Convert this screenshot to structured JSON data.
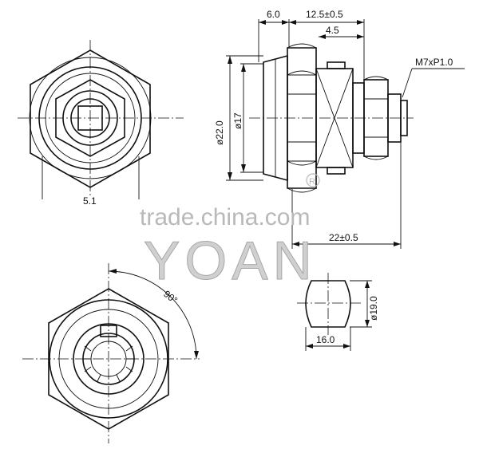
{
  "dimensions": {
    "d6": "6.0",
    "d12": "12.5±0.5",
    "d45": "4.5",
    "thread": "M7xP1.0",
    "dia22": "ø22.0",
    "dia17": "ø17",
    "d51": "5.1",
    "d22": "22±0.5",
    "angle": "90°",
    "dia19": "ø19.0",
    "d16": "16.0"
  },
  "watermark": {
    "site": "trade.china.com",
    "brand": "YOAN",
    "registered": "R"
  },
  "colors": {
    "line": "#111111",
    "watermark": "#b9b9b9"
  }
}
